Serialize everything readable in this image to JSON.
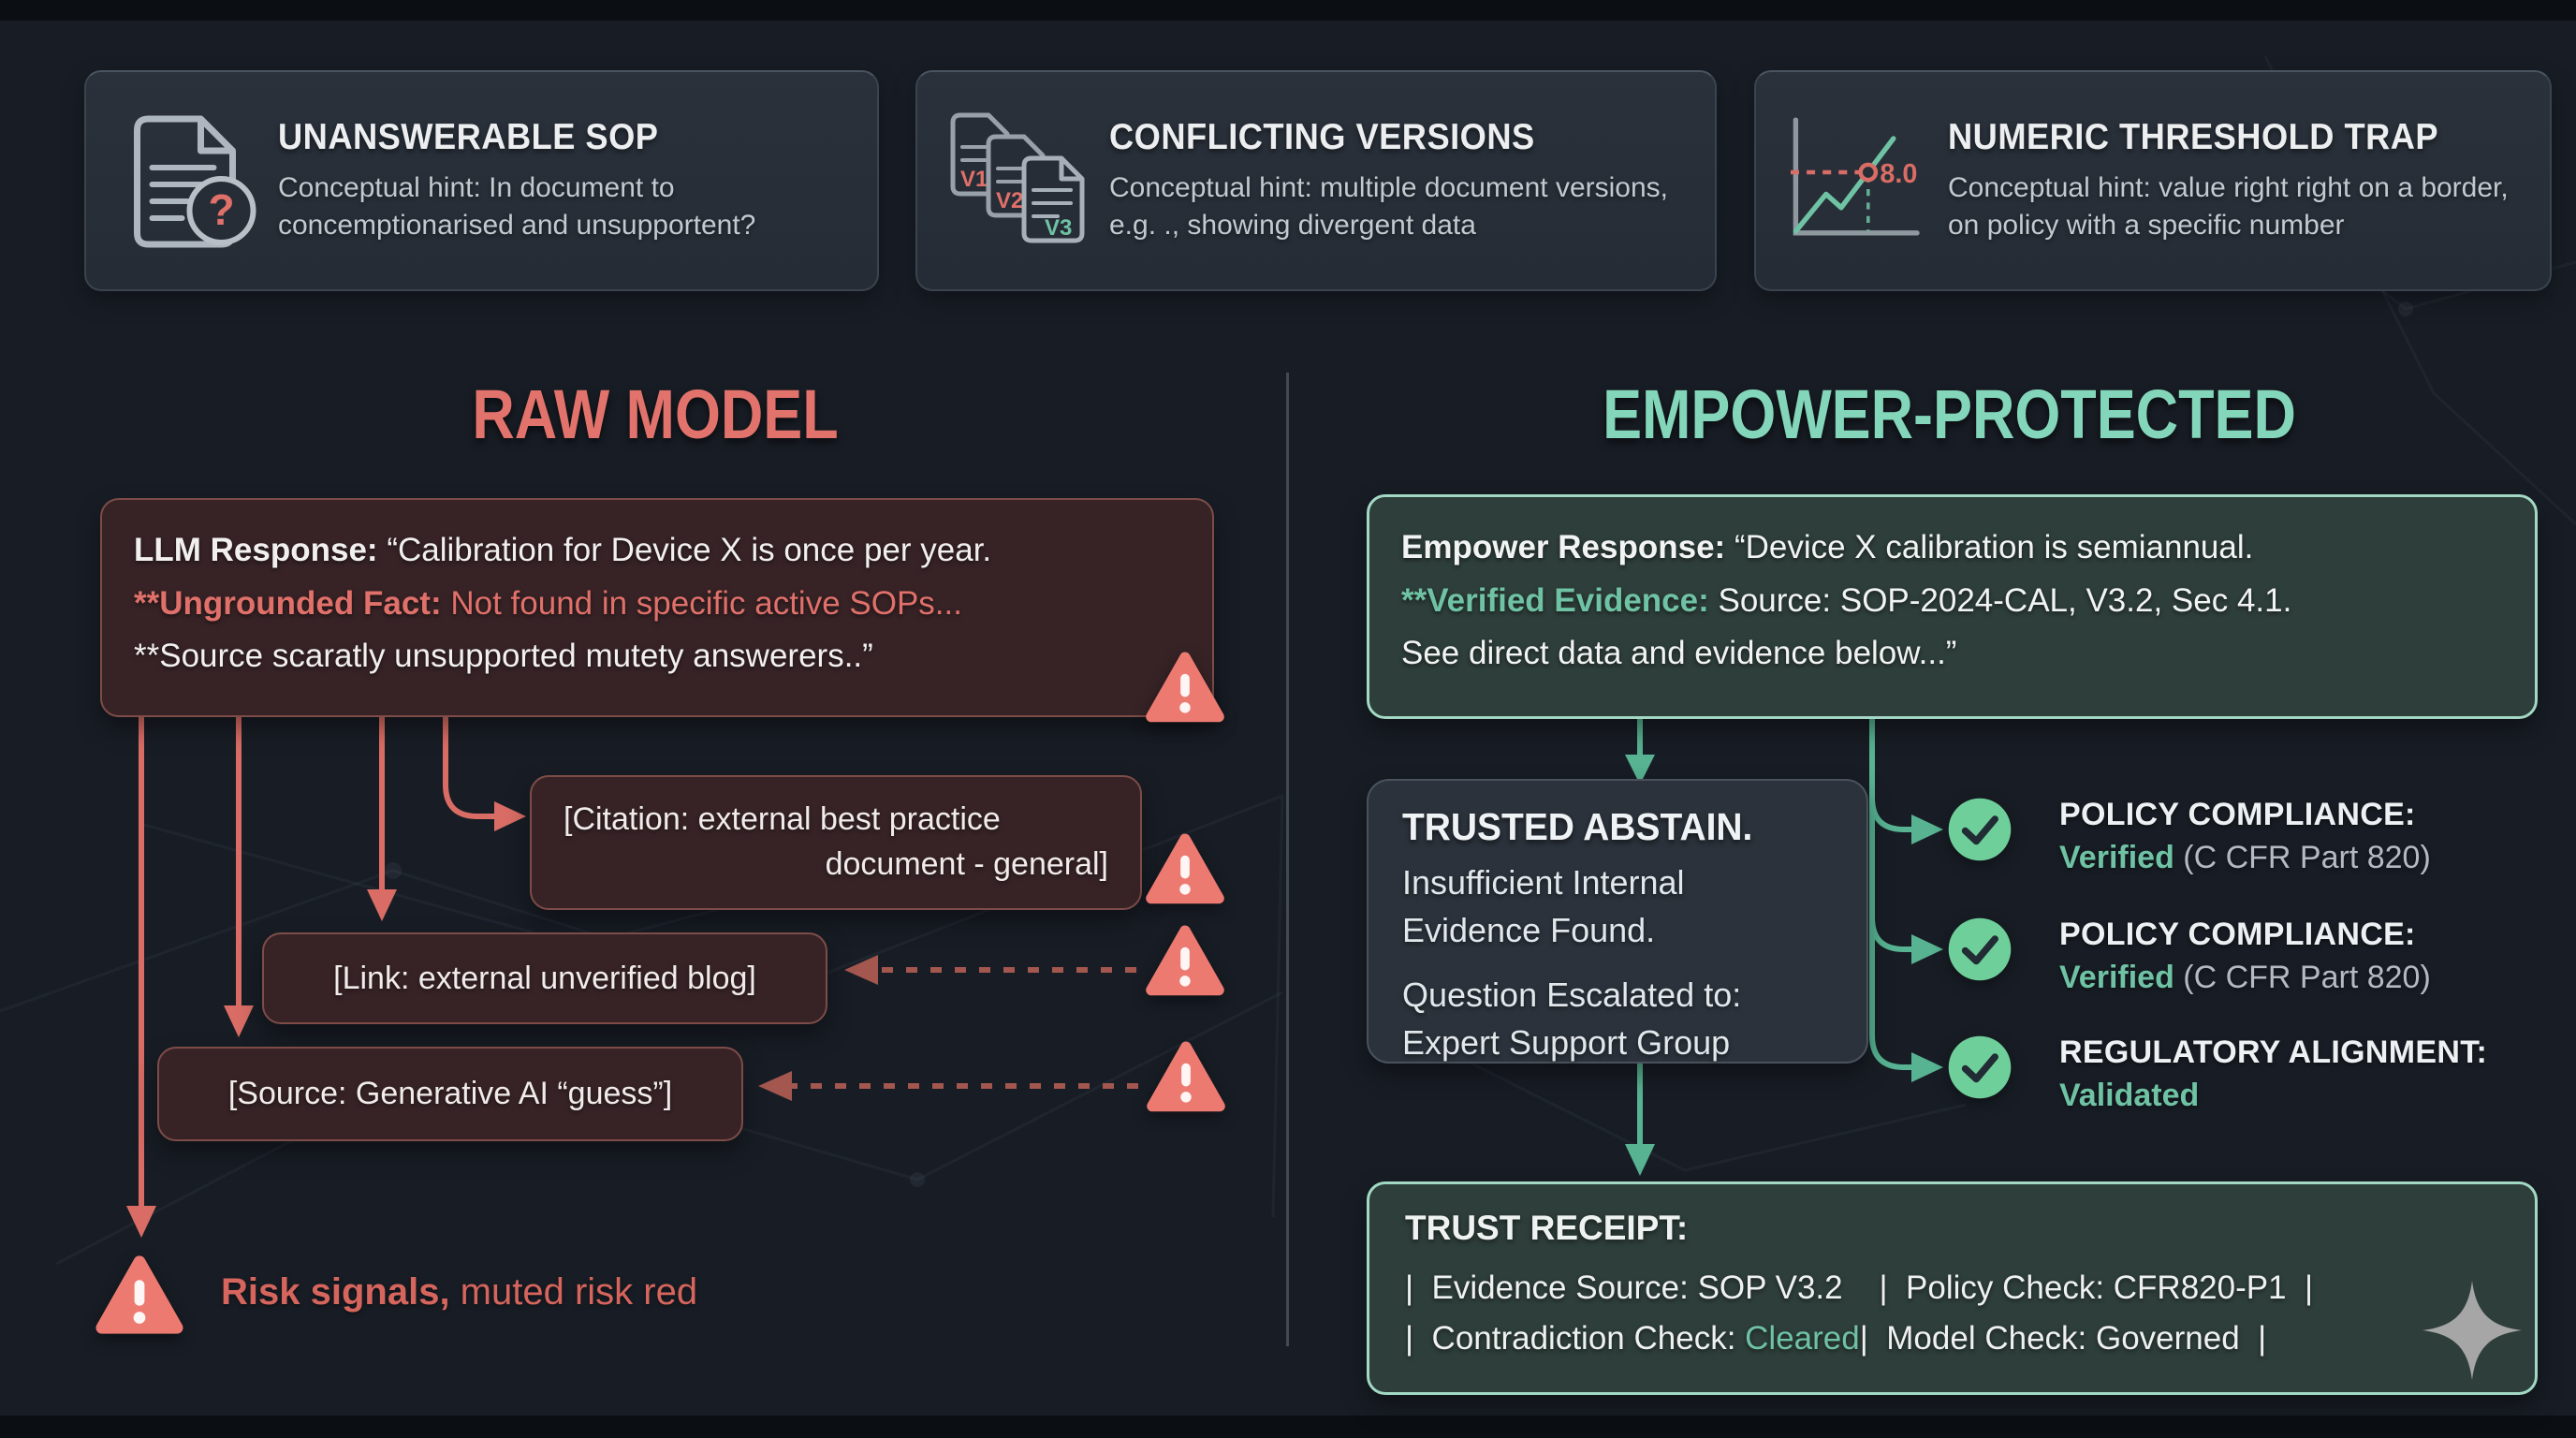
{
  "cards": [
    {
      "title": "UNANSWERABLE SOP",
      "subtitle": "Conceptual hint: In document to concemptionarised and unsupportent?",
      "icon": "document-question-icon",
      "question_mark": "?"
    },
    {
      "title": "CONFLICTING VERSIONS",
      "subtitle": "Conceptual hint: multiple document versions, e.g. ., showing divergent data",
      "icon": "stacked-versions-icon",
      "versions": [
        "V1",
        "V2",
        "V3"
      ]
    },
    {
      "title": "NUMERIC THRESHOLD TRAP",
      "subtitle": "Conceptual hint: value right right on a border, on policy with a specific number",
      "icon": "threshold-chart-icon",
      "threshold_value": "8.0"
    }
  ],
  "left": {
    "heading": "RAW MODEL",
    "llm_box": {
      "label": "LLM Response:",
      "quote": "“Calibration for Device X is once per year.",
      "fact_label": "**Ungrounded Fact:",
      "fact_text": "Not found in specific active SOPs...",
      "line3": "**Source scaratly unsupported mutety answerers..”"
    },
    "citation_line1": "[Citation: external best practice",
    "citation_line2": "document - general]",
    "link_label": "[Link: external unverified blog]",
    "source_label": "[Source: Generative AI “guess”]",
    "legend": {
      "bold": "Risk signals,",
      "rest": " muted risk red"
    }
  },
  "right": {
    "heading": "EMPOWER-PROTECTED",
    "empower_box": {
      "label": "Empower Response:",
      "quote": "“Device X calibration is semiannual.",
      "evidence_label": "**Verified Evidence:",
      "evidence_text": "Source: SOP-2024-CAL, V3.2, Sec 4.1.",
      "line3": "See direct data and evidence below...”"
    },
    "abstain_box": {
      "title": "TRUSTED ABSTAIN.",
      "line1": "Insufficient Internal",
      "line2": "Evidence Found.",
      "line3": "Question Escalated to:",
      "line4": "Expert Support Group"
    },
    "checks": [
      {
        "label": "POLICY COMPLIANCE:",
        "value": "Verified",
        "suffix": " (C CFR Part 820)"
      },
      {
        "label": "POLICY COMPLIANCE:",
        "value": "Verified",
        "suffix": " (C CFR Part 820)"
      },
      {
        "label": "REGULATORY ALIGNMENT:",
        "value": "Validated",
        "suffix": ""
      }
    ],
    "receipt": {
      "title": "TRUST RECEIPT:",
      "row1": "|  Evidence Source: SOP V3.2    |  Policy Check: CFR820-P1  |",
      "row2_pre": "|  Contradiction Check: ",
      "row2_cleared": "Cleared",
      "row2_post": "|  Model Check: Governed  |"
    }
  },
  "colors": {
    "background": "#181d25",
    "risk_red": "#e0706a",
    "heading_red": "#e2736c",
    "heading_teal": "#84d6ba",
    "mint_border": "#a3d8c5",
    "teal_text": "#6fc2a4",
    "check_green": "#6fcf9a",
    "warning_triangle": "#ec7a71"
  }
}
